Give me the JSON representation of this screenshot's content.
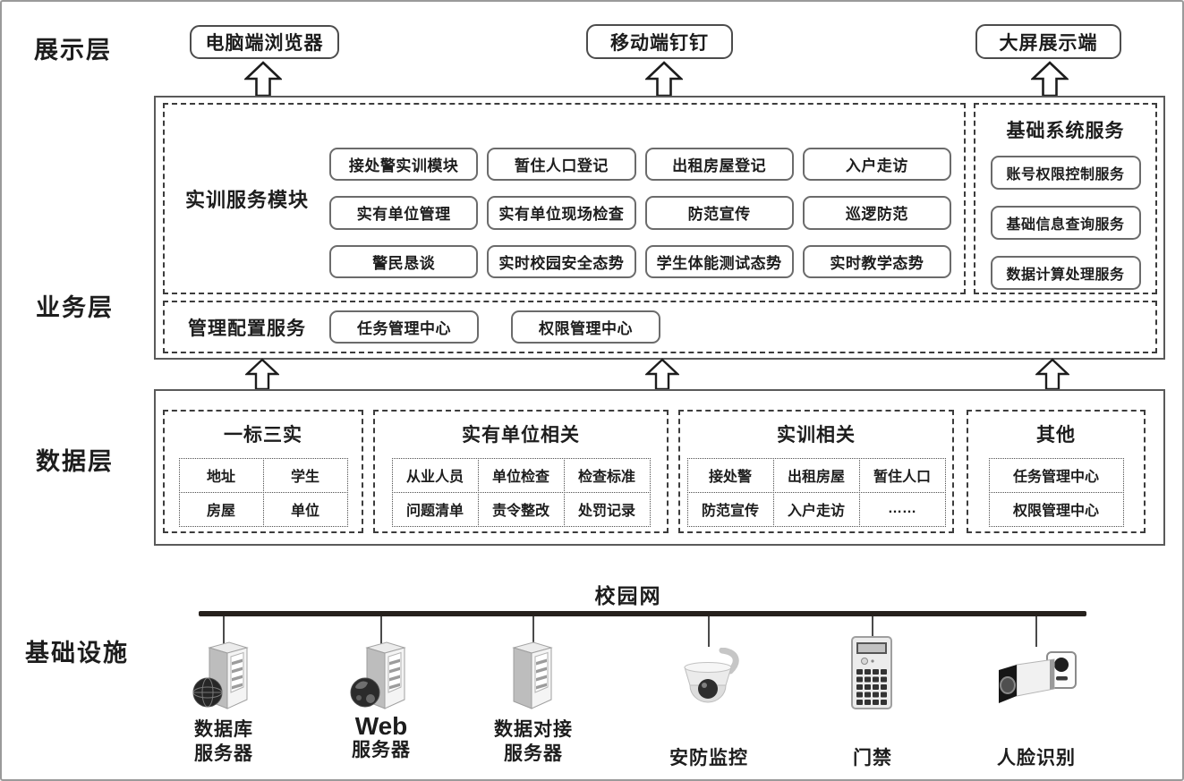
{
  "diagram": {
    "presentation": {
      "layer_label": "展示层",
      "terminals": [
        "电脑端浏览器",
        "移动端钉钉",
        "大屏展示端"
      ]
    },
    "business": {
      "layer_label": "业务层",
      "training": {
        "title": "实训服务模块",
        "cells": [
          "接处警实训模块",
          "暂住人口登记",
          "出租房屋登记",
          "入户走访",
          "实有单位管理",
          "实有单位现场检查",
          "防范宣传",
          "巡逻防范",
          "警民恳谈",
          "实时校园安全态势",
          "学生体能测试态势",
          "实时教学态势"
        ]
      },
      "base_services": {
        "title": "基础系统服务",
        "items": [
          "账号权限控制服务",
          "基础信息查询服务",
          "数据计算处理服务"
        ]
      },
      "management": {
        "title": "管理配置服务",
        "items": [
          "任务管理中心",
          "权限管理中心"
        ]
      }
    },
    "data_layer": {
      "layer_label": "数据层",
      "groups": [
        {
          "title": "一标三实",
          "cells": [
            "地址",
            "学生",
            "房屋",
            "单位"
          ]
        },
        {
          "title": "实有单位相关",
          "cells": [
            "从业人员",
            "单位检查",
            "检查标准",
            "问题清单",
            "责令整改",
            "处罚记录"
          ]
        },
        {
          "title": "实训相关",
          "cells": [
            "接处警",
            "出租房屋",
            "暂住人口",
            "防范宣传",
            "入户走访",
            "……"
          ]
        },
        {
          "title": "其他",
          "cells": [
            "任务管理中心",
            "权限管理中心"
          ]
        }
      ]
    },
    "infrastructure": {
      "layer_label": "基础设施",
      "network_label": "校园网",
      "devices": [
        {
          "icon": "database-server-icon",
          "lines": [
            "数据库",
            "服务器"
          ]
        },
        {
          "icon": "web-server-icon",
          "lines": [
            "Web",
            "服务器"
          ]
        },
        {
          "icon": "integration-server-icon",
          "lines": [
            "数据对接",
            "服务器"
          ]
        },
        {
          "icon": "cctv-dome-icon",
          "lines": [
            "安防监控"
          ]
        },
        {
          "icon": "keypad-icon",
          "lines": [
            "门禁"
          ]
        },
        {
          "icon": "face-camera-icon",
          "lines": [
            "人脸识别"
          ]
        }
      ]
    },
    "colors": {
      "bus": "#26211d",
      "dashed_border": "#3c3c3c",
      "box_border": "#6b6b6b",
      "background": "#ffffff"
    }
  }
}
